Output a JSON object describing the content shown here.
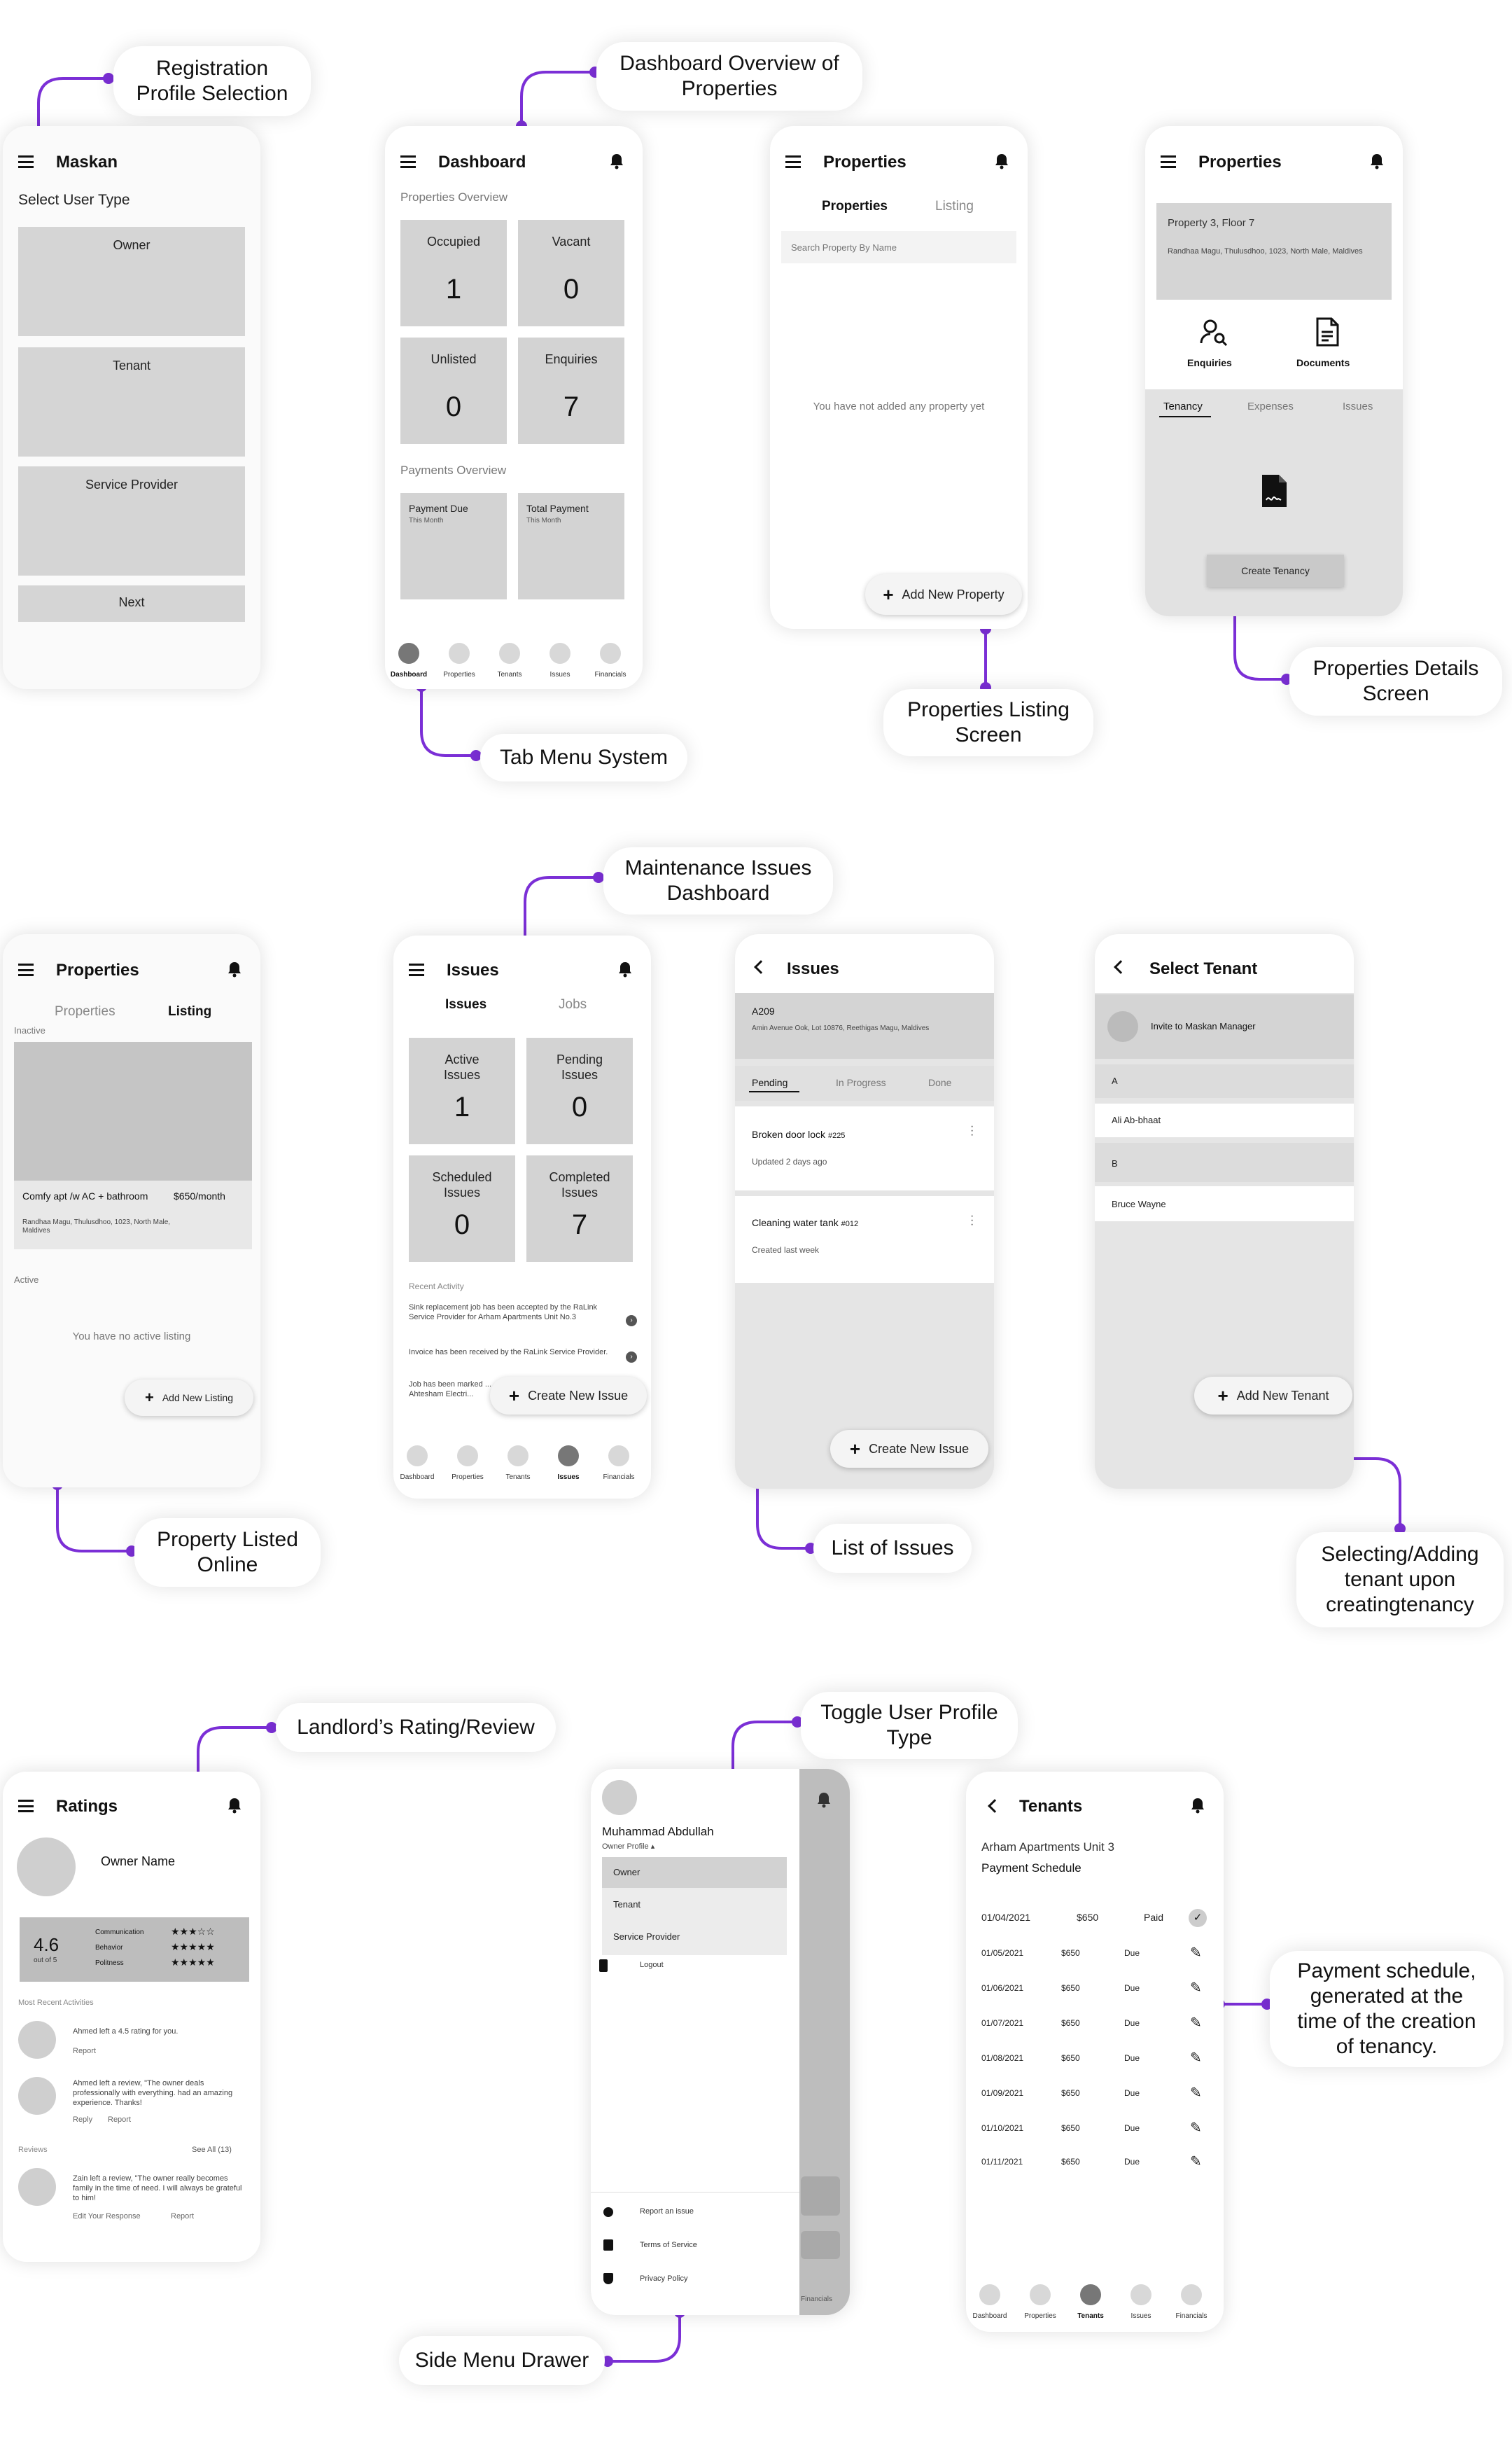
{
  "callouts": {
    "registration": "Registration\nProfile Selection",
    "dashboard_overview": "Dashboard Overview of\nProperties",
    "tab_menu": "Tab Menu System",
    "properties_listing": "Properties Listing\nScreen",
    "properties_details": "Properties Details\nScreen",
    "maintenance": "Maintenance Issues\nDashboard",
    "property_listed": "Property Listed\nOnline",
    "list_of_issues": "List of Issues",
    "selecting_tenant": "Selecting/Adding\ntenant upon\ncreatingtenancy",
    "landlord_rating": "Landlord’s Rating/Review",
    "toggle_profile": "Toggle User Profile\nType",
    "payment_schedule": "Payment schedule,\ngenerated at the\ntime of the creation\nof tenancy.",
    "side_menu": "Side Menu Drawer"
  },
  "tabs": {
    "dashboard": "Dashboard",
    "properties": "Properties",
    "tenants": "Tenants",
    "issues": "Issues",
    "financials": "Financials"
  },
  "screen1": {
    "title": "Maskan",
    "subtitle": "Select User Type",
    "owner": "Owner",
    "tenant": "Tenant",
    "service_provider": "Service Provider",
    "next": "Next"
  },
  "screen2": {
    "title": "Dashboard",
    "properties_overview": "Properties Overview",
    "occupied": {
      "label": "Occupied",
      "value": "1"
    },
    "vacant": {
      "label": "Vacant",
      "value": "0"
    },
    "unlisted": {
      "label": "Unlisted",
      "value": "0"
    },
    "enquiries": {
      "label": "Enquiries",
      "value": "7"
    },
    "payments_overview": "Payments Overview",
    "payment_due": "Payment Due",
    "payment_due_sub": "This Month",
    "total_payment": "Total Payment",
    "total_payment_sub": "This Month"
  },
  "screen3": {
    "title": "Properties",
    "tab_properties": "Properties",
    "tab_listing": "Listing",
    "search_placeholder": "Search Property By Name",
    "empty": "You have not added any property yet",
    "add": "Add New Property"
  },
  "screen4": {
    "title": "Properties",
    "property_name": "Property 3, Floor 7",
    "address": "Randhaa Magu, Thulusdhoo, 1023, North Male, Maldives",
    "enquiries": "Enquiries",
    "documents": "Documents",
    "tab_tenancy": "Tenancy",
    "tab_expenses": "Expenses",
    "tab_issues": "Issues",
    "create": "Create Tenancy"
  },
  "screen5": {
    "title": "Properties",
    "tab_properties": "Properties",
    "tab_listing": "Listing",
    "inactive": "Inactive",
    "listing_name": "Comfy apt /w AC + bathroom",
    "price": "$650/month",
    "address": "Randhaa Magu, Thulusdhoo, 1023, North Male, Maldives",
    "active": "Active",
    "empty": "You have no active listing",
    "add": "Add New Listing"
  },
  "screen6": {
    "title": "Issues",
    "tab_issues": "Issues",
    "tab_jobs": "Jobs",
    "active": {
      "label": "Active Issues",
      "value": "1"
    },
    "pending": {
      "label": "Pending Issues",
      "value": "0"
    },
    "scheduled": {
      "label": "Scheduled Issues",
      "value": "0"
    },
    "completed": {
      "label": "Completed Issues",
      "value": "7"
    },
    "recent_activity": "Recent Activity",
    "activity1": "Sink replacement job has been accepted by the RaLink Service Provider for Arham Apartments Unit No.3",
    "activity2": "Invoice has been received by the RaLink Service Provider.",
    "activity3": "Job has been marked ... Ahtesham Electri...",
    "create": "Create New Issue"
  },
  "screen7": {
    "title": "Issues",
    "unit": "A209",
    "address": "Amin Avenue Ook, Lot 10876, Reethigas Magu, Maldives",
    "tab_pending": "Pending",
    "tab_progress": "In Progress",
    "tab_done": "Done",
    "issue1_title": "Broken door lock",
    "issue1_id": "#225",
    "issue1_meta": "Updated 2 days ago",
    "issue2_title": "Cleaning water tank",
    "issue2_id": "#012",
    "issue2_meta": "Created last week",
    "create": "Create New Issue"
  },
  "screen8": {
    "title": "Select Tenant",
    "invite": "Invite to Maskan Manager",
    "group_a": "A",
    "tenant_a": "Ali Ab-bhaat",
    "group_b": "B",
    "tenant_b": "Bruce Wayne",
    "add": "Add New Tenant"
  },
  "screen9": {
    "title": "Ratings",
    "owner": "Owner Name",
    "score": "4.6",
    "out_of": "out of 5",
    "communication": "Communication",
    "behavior": "Behavior",
    "politeness": "Politness",
    "recent_header": "Most Recent Activities",
    "act1": "Ahmed left a 4.5 rating for you.",
    "act1_action": "Report",
    "act2": "Ahmed left a review, \"The owner deals professionally with everything. had an amazing experience. Thanks!",
    "act2_reply": "Reply",
    "act2_report": "Report",
    "reviews": "Reviews",
    "see_all": "See All (13)",
    "review1": "Zain left a review, \"The owner really becomes family in the time of need. I will always be grateful to him!",
    "review1_edit": "Edit Your Response",
    "review1_report": "Report"
  },
  "screen10": {
    "name": "Muhammad Abdullah",
    "profile": "Owner Profile",
    "owner": "Owner",
    "tenant": "Tenant",
    "service_provider": "Service Provider",
    "logout": "Logout",
    "report_issue": "Report an issue",
    "terms": "Terms of Service",
    "privacy": "Privacy Policy",
    "behind_tab": "Financials"
  },
  "screen11": {
    "title": "Tenants",
    "unit": "Arham Apartments Unit 3",
    "schedule": "Payment Schedule",
    "rows": [
      {
        "date": "01/04/2021",
        "amount": "$650",
        "status": "Paid"
      },
      {
        "date": "01/05/2021",
        "amount": "$650",
        "status": "Due"
      },
      {
        "date": "01/06/2021",
        "amount": "$650",
        "status": "Due"
      },
      {
        "date": "01/07/2021",
        "amount": "$650",
        "status": "Due"
      },
      {
        "date": "01/08/2021",
        "amount": "$650",
        "status": "Due"
      },
      {
        "date": "01/09/2021",
        "amount": "$650",
        "status": "Due"
      },
      {
        "date": "01/10/2021",
        "amount": "$650",
        "status": "Due"
      },
      {
        "date": "01/11/2021",
        "amount": "$650",
        "status": "Due"
      }
    ]
  },
  "colors": {
    "accent": "#7b2fd6",
    "card": "#d3d3d3",
    "panel": "#e7e7e7"
  },
  "icons": {
    "menu": "hamburger-icon",
    "bell": "bell-icon",
    "back": "back-chevron-icon",
    "plus": "plus-icon",
    "edit": "pencil-icon",
    "check": "check-circle-icon",
    "document": "document-icon",
    "enquiries": "search-people-icon"
  }
}
